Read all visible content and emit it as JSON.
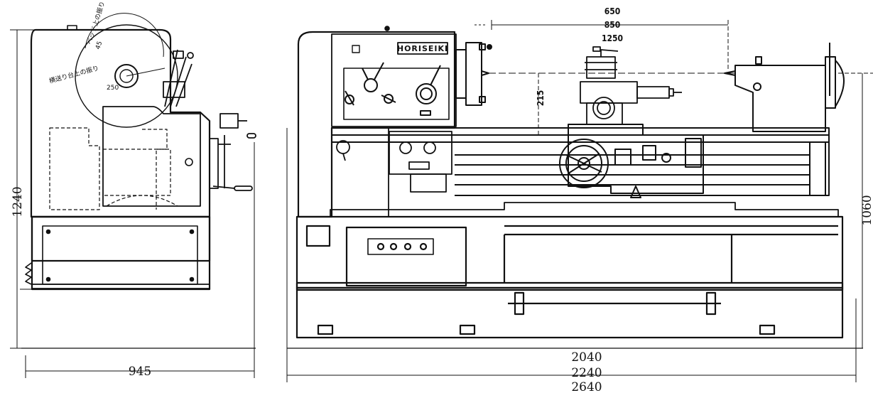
{
  "figure": {
    "left_view": {
      "dimensions": {
        "overall_height": "1240",
        "depth": "945"
      },
      "swing_labels": {
        "over_bed": "ベッド上の振り",
        "over_bed_value": "45",
        "over_cross_slide": "横送り台上の振り",
        "over_cross_slide_value": "250"
      }
    },
    "front_view": {
      "brand": "HORISEIKI",
      "dimensions": {
        "center_height": "215",
        "right_height": "1060",
        "distance_between_centers": [
          "650",
          "850",
          "1250"
        ],
        "overall_lengths": [
          "2040",
          "2240",
          "2640"
        ]
      }
    }
  }
}
